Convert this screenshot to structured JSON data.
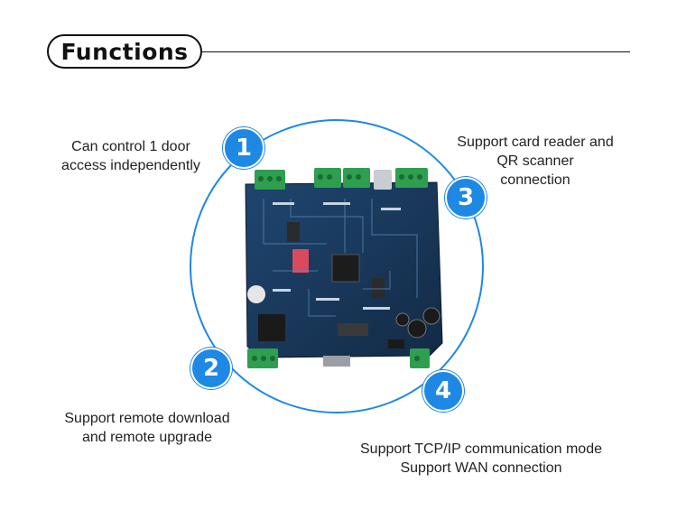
{
  "header": {
    "title": "Functions"
  },
  "features": [
    {
      "number": "1",
      "lines": [
        "Can control 1 door",
        "access independently"
      ]
    },
    {
      "number": "2",
      "lines": [
        "Support remote download",
        "and remote upgrade"
      ]
    },
    {
      "number": "3",
      "lines": [
        "Support card reader and",
        "QR scanner",
        "connection"
      ]
    },
    {
      "number": "4",
      "lines": [
        "Support TCP/IP communication mode",
        "Support WAN connection"
      ]
    }
  ],
  "colors": {
    "accent": "#1e88e5",
    "board": "#17324f",
    "terminal": "#2e9e4f",
    "text": "#222222"
  },
  "image": {
    "subject": "access-control-circuit-board"
  }
}
